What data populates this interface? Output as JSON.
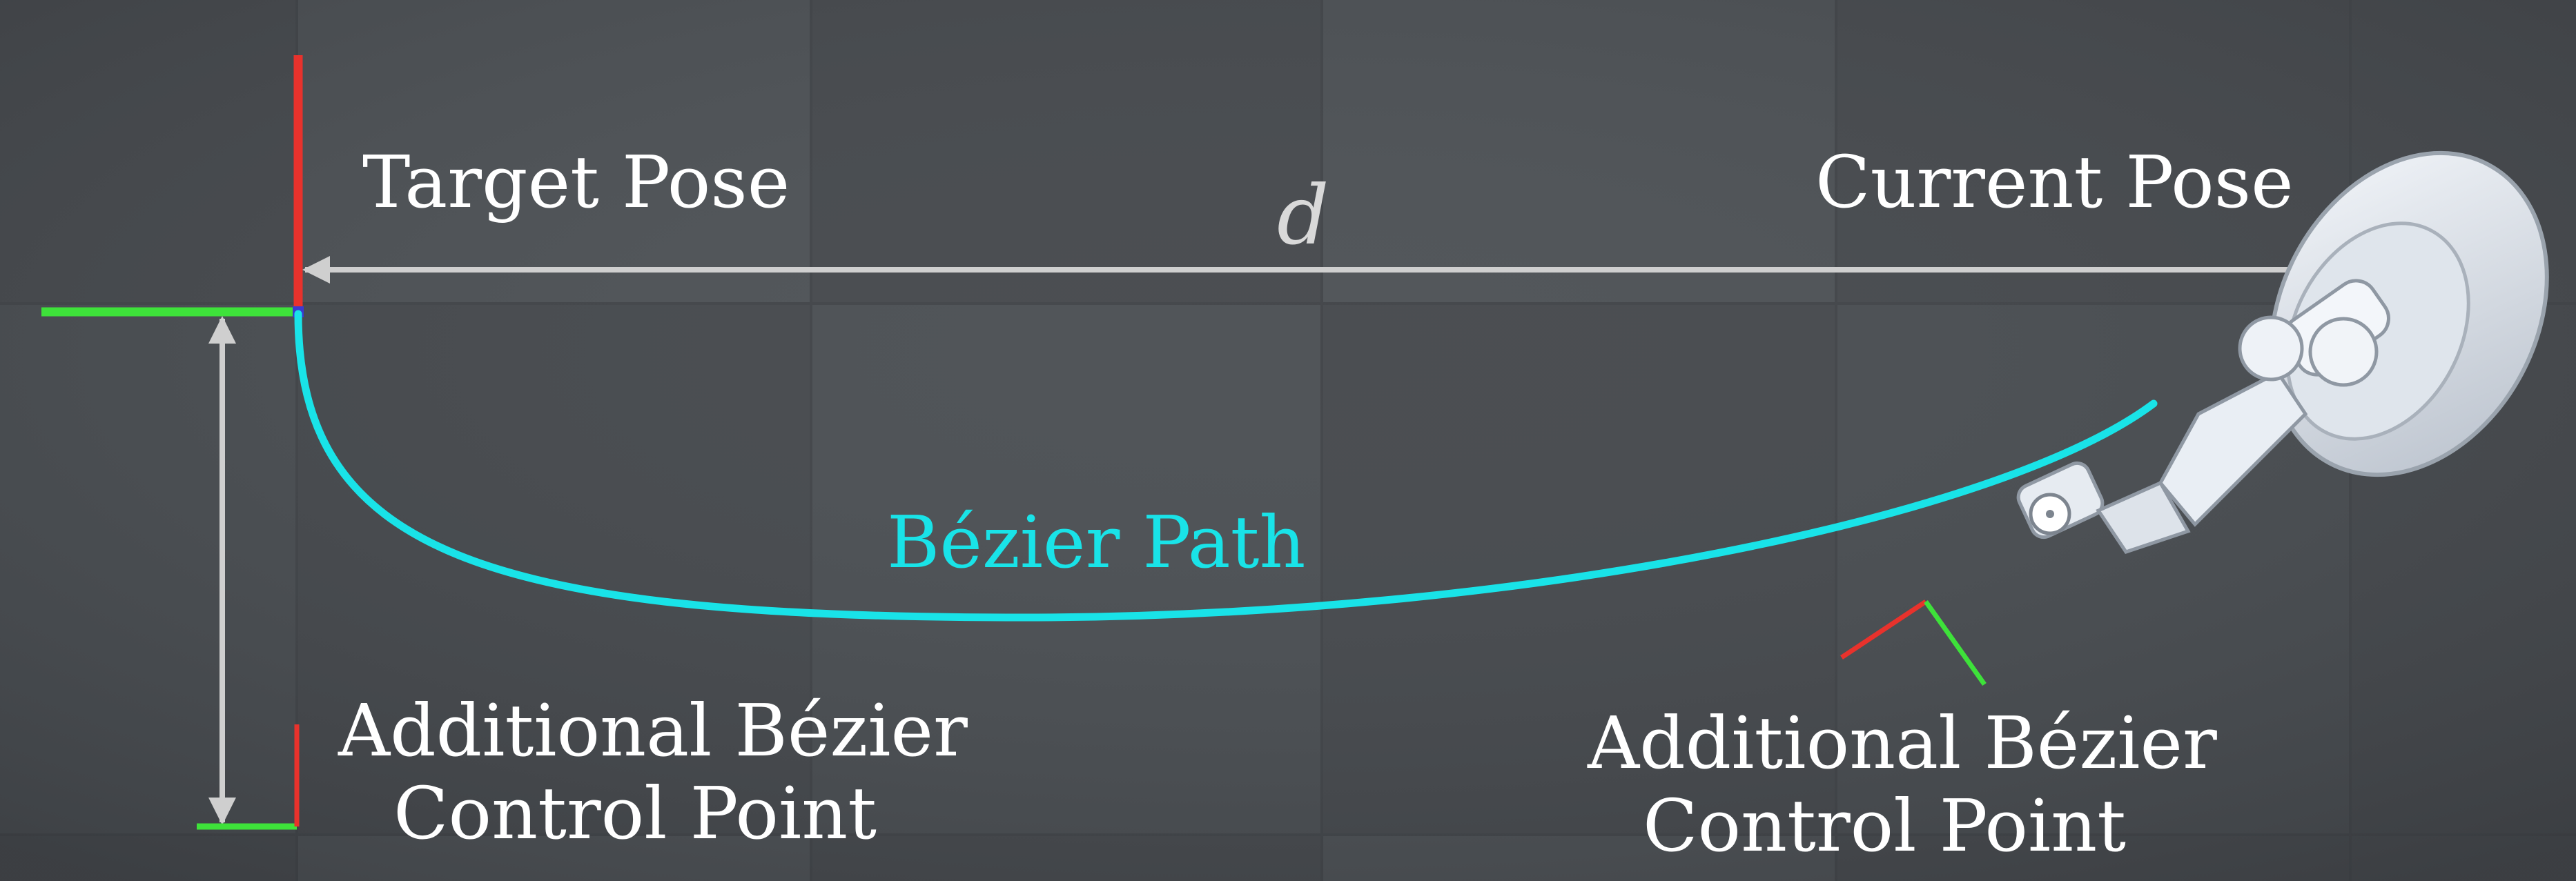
{
  "labels": {
    "target_pose": "Target Pose",
    "current_pose": "Current Pose",
    "distance": "d",
    "bezier_path": "Bézier Path",
    "additional_left_line1": "Additional Bézier",
    "additional_left_line2": "Control Point",
    "additional_right_line1": "Additional Bézier",
    "additional_right_line2": "Control Point"
  },
  "colors": {
    "background": "#4b4e52",
    "axis_x": "#e8322c",
    "axis_y": "#3ee23a",
    "path": "#19e3e8",
    "dimension_arrow": "#cfcfcf",
    "text": "#ffffff",
    "robot_body": "#e6ebf2"
  },
  "icons": {
    "target_frame": "coordinate-frame-icon",
    "control_point_frame": "coordinate-frame-icon",
    "robot": "robot-arm-icon"
  }
}
